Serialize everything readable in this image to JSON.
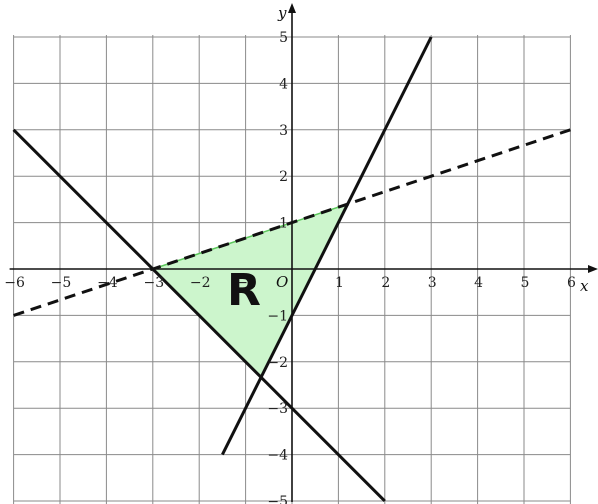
{
  "diagram": {
    "x_axis_label": "x",
    "y_axis_label": "y",
    "origin_label": "O",
    "region_label": "R",
    "x_tick_labels": [
      "−6",
      "−5",
      "−4",
      "−3",
      "−2",
      "−1",
      "1",
      "2",
      "3",
      "4",
      "5",
      "6"
    ],
    "y_tick_labels": [
      "−5",
      "−4",
      "−3",
      "−2",
      "−1",
      "1",
      "2",
      "3",
      "4",
      "5"
    ],
    "x_range": [
      -6,
      6
    ],
    "y_range": [
      -5,
      5
    ],
    "grid": true,
    "colors": {
      "grid": "#8a8a8a",
      "line": "#111111",
      "region_fill": "#ccf5cc",
      "region_stroke": "#5cc85c"
    },
    "lines": [
      {
        "name": "line-solid-steep",
        "equation": "y = 2x - 1",
        "style": "solid",
        "from": [
          -1.5,
          -4
        ],
        "to": [
          3,
          5
        ]
      },
      {
        "name": "line-solid-descending",
        "equation": "x + y = -3",
        "style": "solid",
        "from": [
          -6,
          3
        ],
        "to": [
          2,
          -5
        ]
      },
      {
        "name": "line-dashed",
        "equation": "x - 3y = -3",
        "style": "dashed",
        "from": [
          -6,
          -1
        ],
        "to": [
          6,
          3
        ]
      }
    ],
    "region_vertices": [
      [
        -3,
        0
      ],
      [
        1.2,
        1.4
      ],
      [
        -0.667,
        -2.333
      ]
    ]
  }
}
